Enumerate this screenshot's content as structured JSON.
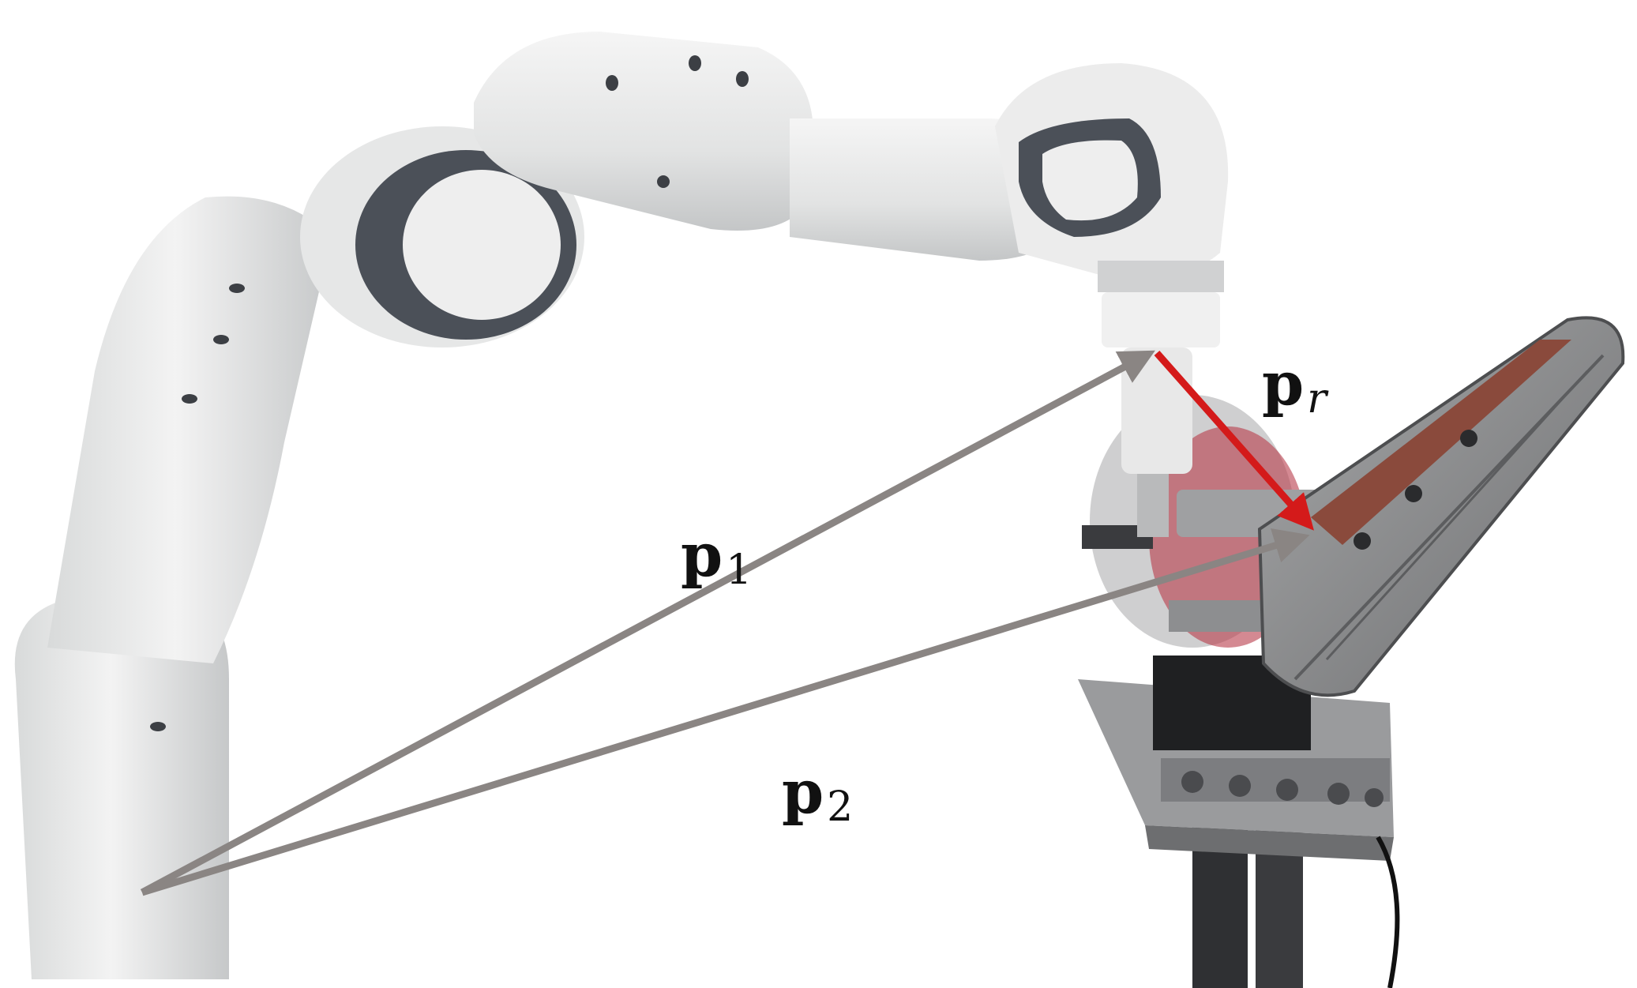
{
  "labels": {
    "p1": {
      "symbol": "p",
      "subscript": "1"
    },
    "p2": {
      "symbol": "p",
      "subscript": "2"
    },
    "pr": {
      "symbol": "p",
      "subscript": "r"
    }
  },
  "colors": {
    "robot_body": "#e9eaea",
    "robot_shadow": "#c9cbcc",
    "joint_dark": "#4b5058",
    "vector_gray": "#8a8583",
    "vector_red": "#d41a1a",
    "belt_metal": "#8e8f90",
    "belt_abrasive": "#8a4a3c",
    "stand_dark": "#2f3033"
  }
}
